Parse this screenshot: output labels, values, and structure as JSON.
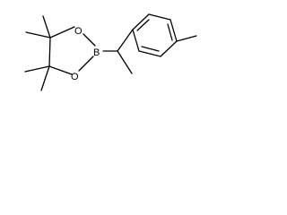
{
  "molecule": {
    "atoms": [
      {
        "id": "B1",
        "element": "B",
        "label": "B"
      },
      {
        "id": "O1",
        "element": "O",
        "label": "O"
      },
      {
        "id": "O2",
        "element": "O",
        "label": "O"
      }
    ]
  },
  "colors": {
    "bond": "#000000",
    "background": "#ffffff"
  }
}
